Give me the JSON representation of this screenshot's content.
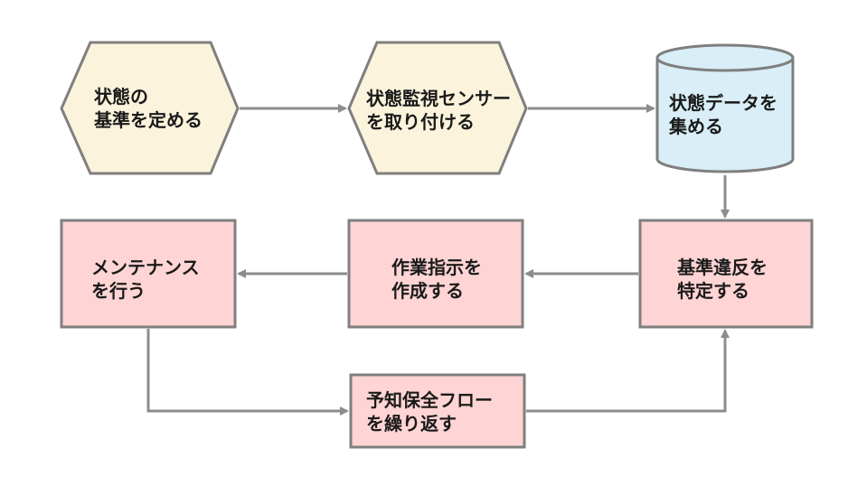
{
  "colors": {
    "hexagon_fill": "#fbf3dc",
    "cylinder_fill": "#d9eef6",
    "process_fill": "#ffd4d4",
    "stroke": "#7f7f7f",
    "arrow": "#8c8c8c"
  },
  "nodes": {
    "define_standard": {
      "line1": "状態の",
      "line2": "基準を定める"
    },
    "install_sensors": {
      "line1": "状態監視センサー",
      "line2": "を取り付ける"
    },
    "collect_data": {
      "line1": "状態データを",
      "line2": "集める"
    },
    "identify_violation": {
      "line1": "基準違反を",
      "line2": "特定する"
    },
    "work_order": {
      "line1": "作業指示を",
      "line2": "作成する"
    },
    "maintenance": {
      "line1": "メンテナンス",
      "line2": "を行う"
    },
    "repeat_flow": {
      "line1": "予知保全フロー",
      "line2": "を繰り返す"
    }
  }
}
